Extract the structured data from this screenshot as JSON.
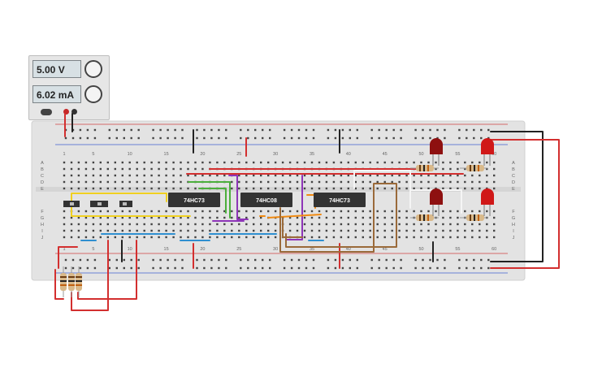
{
  "power_supply": {
    "voltage_display": "5.00 V",
    "current_display": "6.02 mA"
  },
  "breadboard": {
    "column_labels_top": [
      "1",
      "5",
      "10",
      "15",
      "20",
      "25",
      "30",
      "35",
      "40",
      "45",
      "50",
      "55",
      "60"
    ],
    "column_labels_bottom": [
      "1",
      "5",
      "10",
      "15",
      "20",
      "25",
      "30",
      "35",
      "40",
      "45",
      "50",
      "55",
      "60"
    ],
    "row_labels_top": [
      "A",
      "B",
      "C",
      "D",
      "E"
    ],
    "row_labels_bottom": [
      "F",
      "G",
      "H",
      "I",
      "J"
    ]
  },
  "chips": [
    {
      "label": "74HC73"
    },
    {
      "label": "74HC08"
    },
    {
      "label": "74HC73"
    }
  ],
  "colors": {
    "board": "#e3e3e3",
    "wire_red": "#d32f2f",
    "wire_black": "#222222",
    "wire_yellow": "#f0d020",
    "wire_blue": "#2f8fd0",
    "wire_green": "#4caf3c",
    "wire_purple": "#8e35b8",
    "wire_orange": "#f08a12",
    "wire_brown": "#9a6a3a",
    "wire_white": "#f5f5f5",
    "chip": "#333333",
    "led_red": "#d01818"
  }
}
